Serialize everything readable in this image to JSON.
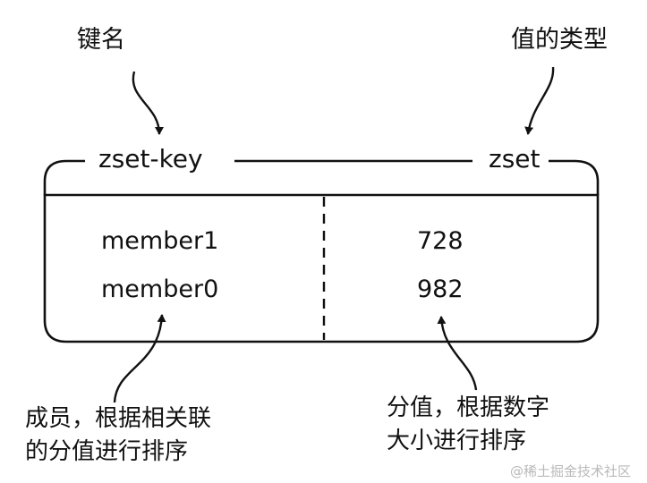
{
  "labels": {
    "key_name": "键名",
    "value_type": "值的类型"
  },
  "header": {
    "key": "zset-key",
    "type": "zset"
  },
  "rows": [
    {
      "member": "member1",
      "score": "728"
    },
    {
      "member": "member0",
      "score": "982"
    }
  ],
  "annotations": {
    "members_line1": "成员，根据相关联",
    "members_line2": "的分值进行排序",
    "scores_line1": "分值，根据数字",
    "scores_line2": "大小进行排序"
  },
  "watermark": "@稀土掘金技术社区"
}
